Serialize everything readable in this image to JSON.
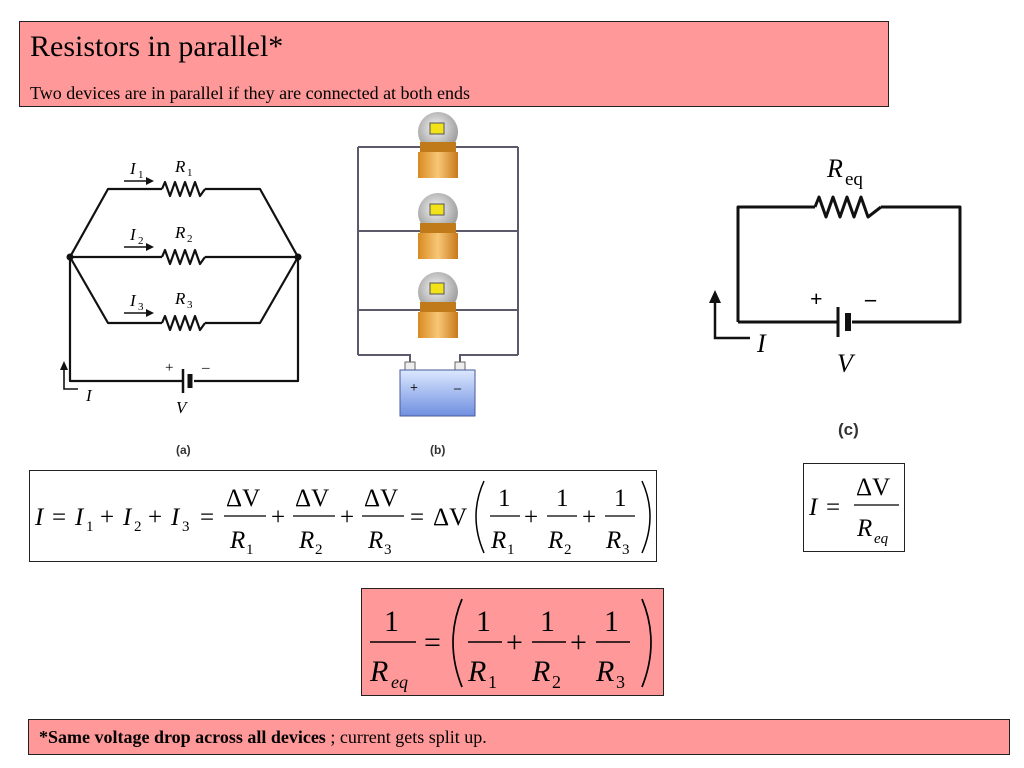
{
  "slide": {
    "title": "Resistors in parallel*",
    "subtitle": "Two devices are in parallel if they are connected at both ends",
    "footer_bold": "*Same voltage drop across all devices",
    "footer_rest": " ; current gets split up."
  },
  "figure_a": {
    "label": "(a)",
    "currents": [
      "I",
      "1",
      "I",
      "2",
      "I",
      "3"
    ],
    "resistors": [
      "R",
      "1",
      "R",
      "2",
      "R",
      "3"
    ],
    "battery_plus": "+",
    "battery_minus": "–",
    "total_current": "I",
    "voltage": "V"
  },
  "figure_b": {
    "label": "(b)",
    "battery_plus": "+",
    "battery_minus": "–"
  },
  "figure_c": {
    "label": "(c)",
    "resistor": "R",
    "resistor_sub": "eq",
    "battery_plus": "+",
    "battery_minus": "–",
    "current": "I",
    "voltage": "V"
  },
  "equations": {
    "current_sum": {
      "I": "I",
      "eq": "=",
      "I1": "I",
      "s1": "1",
      "p": "+",
      "I2": "I",
      "s2": "2",
      "I3": "I",
      "s3": "3",
      "dV": "ΔV",
      "R": "R",
      "one": "1",
      "dVfactor": "ΔV"
    },
    "ohm_eq": {
      "I": "I",
      "eq": "=",
      "dV": "ΔV",
      "R": "R",
      "sub": "eq"
    },
    "req": {
      "one": "1",
      "R": "R",
      "sub": "eq",
      "eq": "=",
      "p": "+",
      "s1": "1",
      "s2": "2",
      "s3": "3"
    }
  }
}
